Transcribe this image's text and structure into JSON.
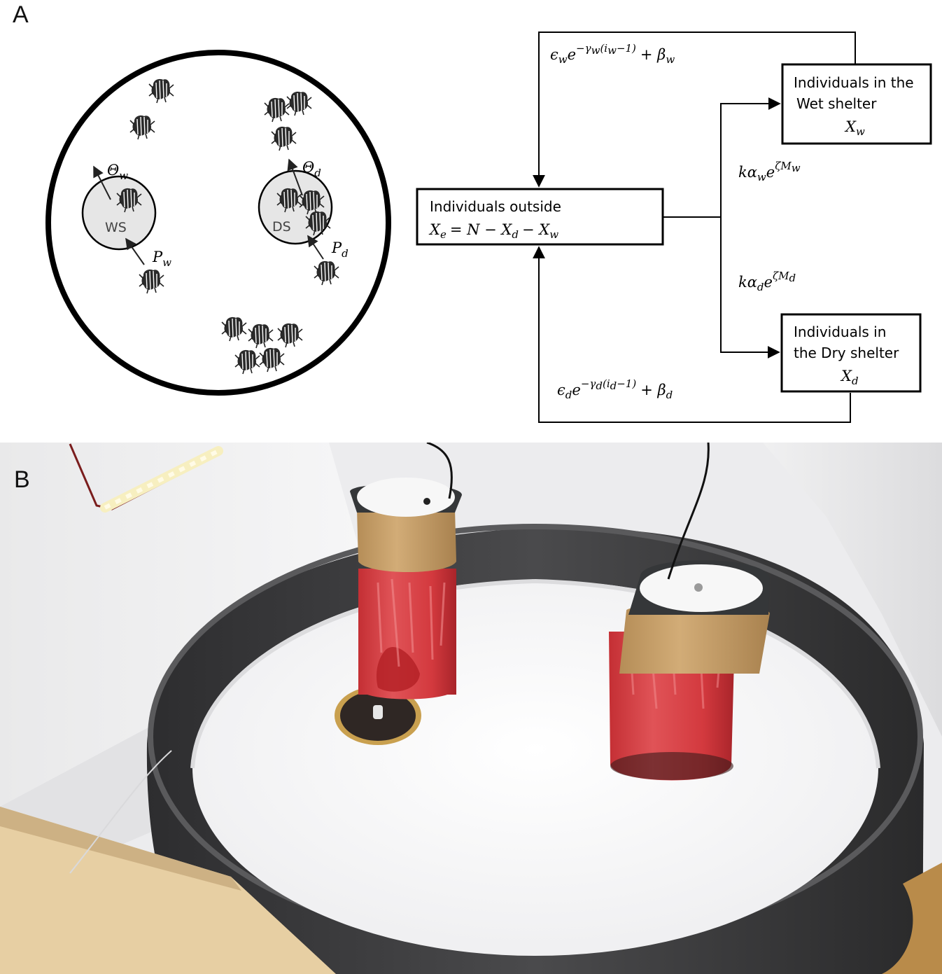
{
  "panelA": {
    "letter": "A",
    "arena": {
      "wet_shelter_label": "WS",
      "dry_shelter_label": "DS",
      "theta_w": "Θ",
      "theta_w_sub": "w",
      "theta_d": "Θ",
      "theta_d_sub": "d",
      "p_w": "P",
      "p_w_sub": "w",
      "p_d": "P",
      "p_d_sub": "d"
    },
    "flow": {
      "box_outside_line1": "Individuals outside",
      "box_outside_line2": "X",
      "box_outside_line2_rest": "= N − X",
      "box_outside_line2_rest2": "− X",
      "box_wet_line1": "Individuals in the",
      "box_wet_line2": "Wet shelter",
      "box_wet_line3": "X",
      "box_dry_line1": "Individuals in",
      "box_dry_line2": "the Dry shelter",
      "box_dry_line3": "X",
      "sub_e": "e",
      "sub_d": "d",
      "sub_w": "w",
      "rate_leave_w": "ϵ",
      "rate_leave_w_tail": "+ β",
      "rate_leave_d": "ϵ",
      "rate_leave_d_tail": "+ β",
      "rate_enter_w": "kα",
      "rate_enter_d": "kα",
      "exp_e": "e",
      "exp_leave_w": "−γ",
      "exp_leave_w_rest": "(i",
      "exp_leave_w_rest2": "−1)",
      "exp_leave_d": "−γ",
      "exp_leave_d_rest": "(i",
      "exp_leave_d_rest2": "−1)",
      "exp_enter": "ζM"
    }
  },
  "panelB": {
    "letter": "B"
  },
  "colors": {
    "shelter_fill": "#e6e6e6",
    "red_liquid": "#d63a3a",
    "tape": "#c9a26b",
    "arena_wall": "#3a3a3a"
  }
}
